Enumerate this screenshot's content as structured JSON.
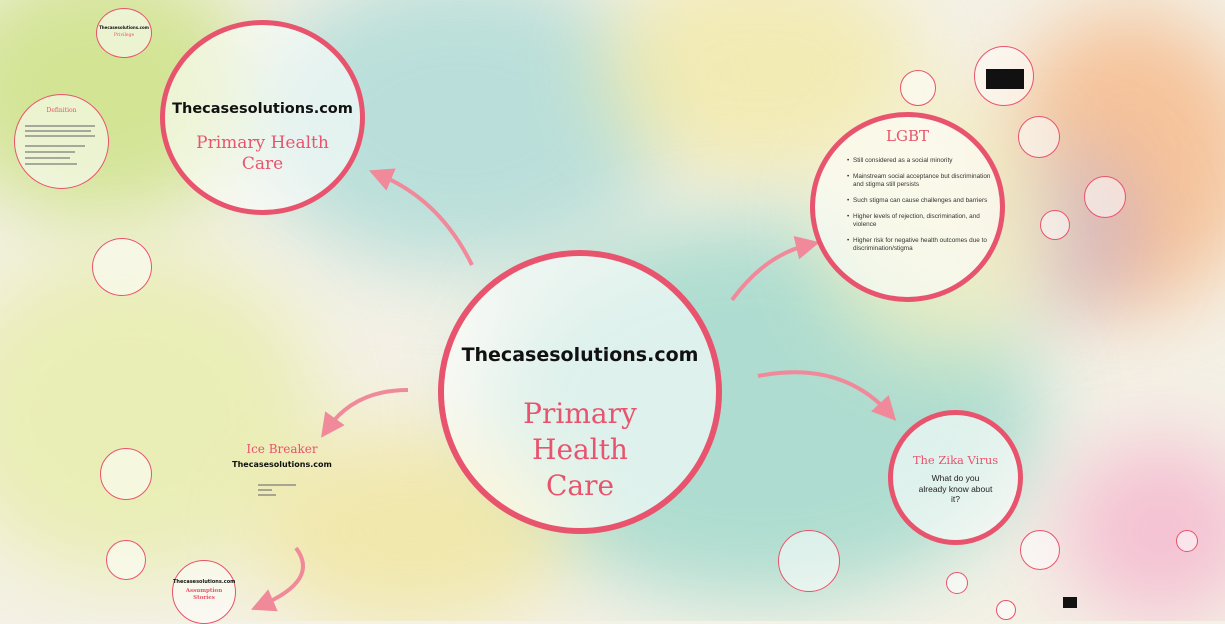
{
  "center": {
    "brand": "Thecasesolutions.com",
    "title_lines": [
      "Primary",
      "Health",
      "Care"
    ]
  },
  "top_left": {
    "brand": "Thecasesolutions.com",
    "title_lines": [
      "Primary Health",
      "Care"
    ]
  },
  "lgbt": {
    "title": "LGBT",
    "bullets": [
      "Still considered as a social minority",
      "Mainstream social acceptance but discrimination and stigma still persists",
      "Such stigma can cause challenges and barriers",
      "Higher levels of rejection, discrimination, and violence",
      "Higher risk for negative health outcomes due to discrimination/stigma"
    ]
  },
  "zika": {
    "title": "The Zika Virus",
    "question_lines": [
      "What do you",
      "already know about",
      "it?"
    ]
  },
  "ice_breaker": {
    "title": "Ice Breaker",
    "brand": "Thecasesolutions.com"
  },
  "small_bottom": {
    "brand": "Thecasesolutions.com",
    "subtitle_lines": [
      "Assumption",
      "Stories"
    ]
  },
  "small_top": {
    "brand": "Thecasesolutions.com",
    "subtitle": "Privilege"
  },
  "definition": {
    "title": "Definition"
  },
  "colors": {
    "accent": "#e8546d",
    "arrow": "#f08a9a"
  }
}
